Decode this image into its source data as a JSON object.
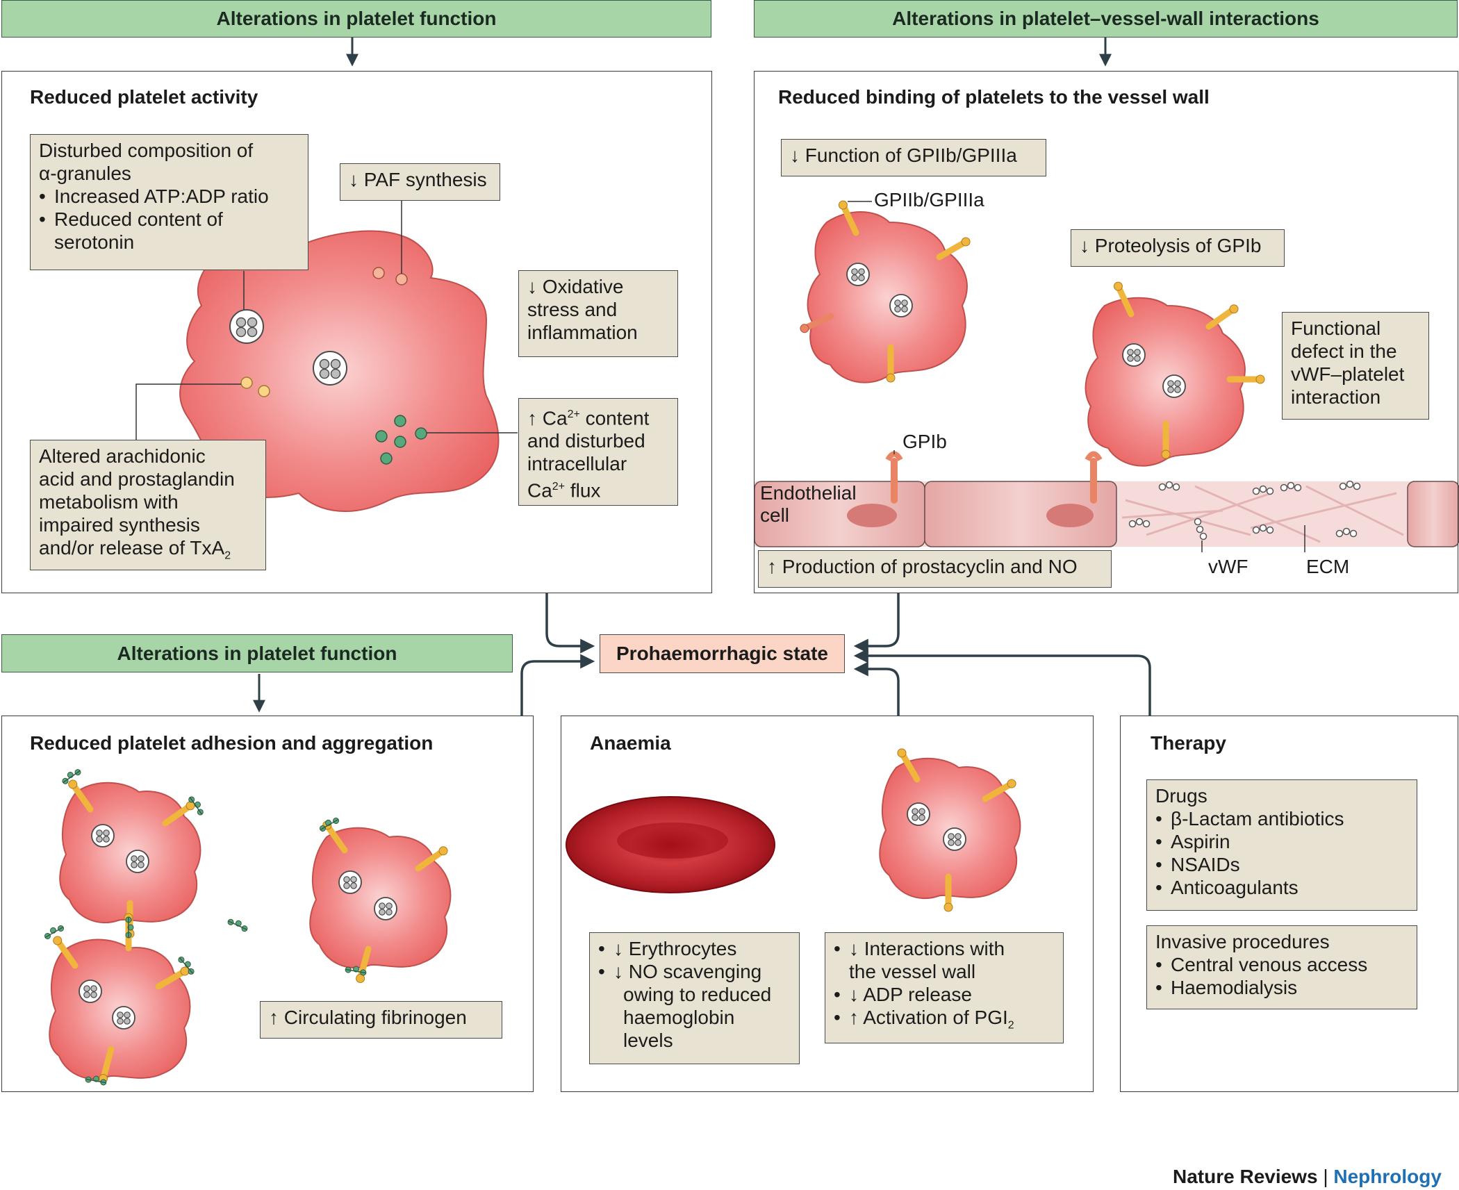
{
  "headers": {
    "platelet_function_top": "Alterations in platelet function",
    "vessel_wall": "Alterations in platelet–vessel-wall interactions",
    "platelet_function_bottom": "Alterations in platelet function"
  },
  "panels": {
    "activity": {
      "title": "Reduced platelet activity",
      "granules_note": {
        "line1": "Disturbed composition of",
        "line2": "α-granules",
        "bullet1": "Increased ATP:ADP ratio",
        "bullet2a": "Reduced content of",
        "bullet2b": "serotonin"
      },
      "paf_note": "↓ PAF synthesis",
      "oxidative_note": {
        "line1": "↓ Oxidative",
        "line2": "stress and",
        "line3": "inflammation"
      },
      "calcium_note": {
        "line1_pre": "↑ Ca",
        "line1_sup": "2+",
        "line1_post": " content",
        "line2": "and disturbed",
        "line3": "intracellular",
        "line4_pre": "Ca",
        "line4_sup": "2+",
        "line4_post": " flux"
      },
      "arachidonic_note": {
        "line1": "Altered arachidonic",
        "line2": "acid and prostaglandin",
        "line3": "metabolism with",
        "line4": "impaired synthesis",
        "line5_pre": "and/or release of TxA",
        "line5_sub": "2"
      }
    },
    "binding": {
      "title": "Reduced binding of platelets to the vessel wall",
      "gp_note": "↓ Function of GPIIb/GPIIIa",
      "gp_label": "GPIIb/GPIIIa",
      "proteolysis_note": "↓ Proteolysis of GPIb",
      "vwf_note": {
        "line1": "Functional",
        "line2": "defect in the",
        "line3": "vWF–platelet",
        "line4": "interaction"
      },
      "gpib_label": "GPIb",
      "endothelial_label": {
        "line1": "Endothelial",
        "line2": "cell"
      },
      "prostacyclin_note": "↑ Production of prostacyclin and NO",
      "vwf_label": "vWF",
      "ecm_label": "ECM"
    },
    "adhesion": {
      "title": "Reduced platelet adhesion and aggregation",
      "fibrinogen_note": "↑ Circulating fibrinogen"
    },
    "anaemia": {
      "title": "Anaemia",
      "erythrocyte_note": {
        "bullet1": "↓ Erythrocytes",
        "bullet2a": "↓ NO scavenging",
        "bullet2b": "owing to reduced",
        "bullet2c": "haemoglobin",
        "bullet2d": "levels"
      },
      "interaction_note": {
        "bullet1a": "↓ Interactions with",
        "bullet1b": "the vessel wall",
        "bullet2": "↓ ADP release",
        "bullet3_pre": "↑ Activation of PGI",
        "bullet3_sub": "2"
      }
    },
    "therapy": {
      "title": "Therapy",
      "drugs_note": {
        "heading": "Drugs",
        "items": [
          "β-Lactam antibiotics",
          "Aspirin",
          "NSAIDs",
          "Anticoagulants"
        ]
      },
      "procedures_note": {
        "heading": "Invasive procedures",
        "items": [
          "Central venous access",
          "Haemodialysis"
        ]
      }
    }
  },
  "central_state": "Prohaemorrhagic state",
  "footer": {
    "publisher": "Nature Reviews",
    "separator": "|",
    "journal": "Nephrology"
  },
  "colors": {
    "header_green": "#a8d5a8",
    "note_beige": "#e8e2d2",
    "state_pink": "#fbd6c6",
    "platelet_red": "#ef7b7b",
    "receptor_yellow": "#f0b53c",
    "journal_blue": "#1f6fb4"
  }
}
